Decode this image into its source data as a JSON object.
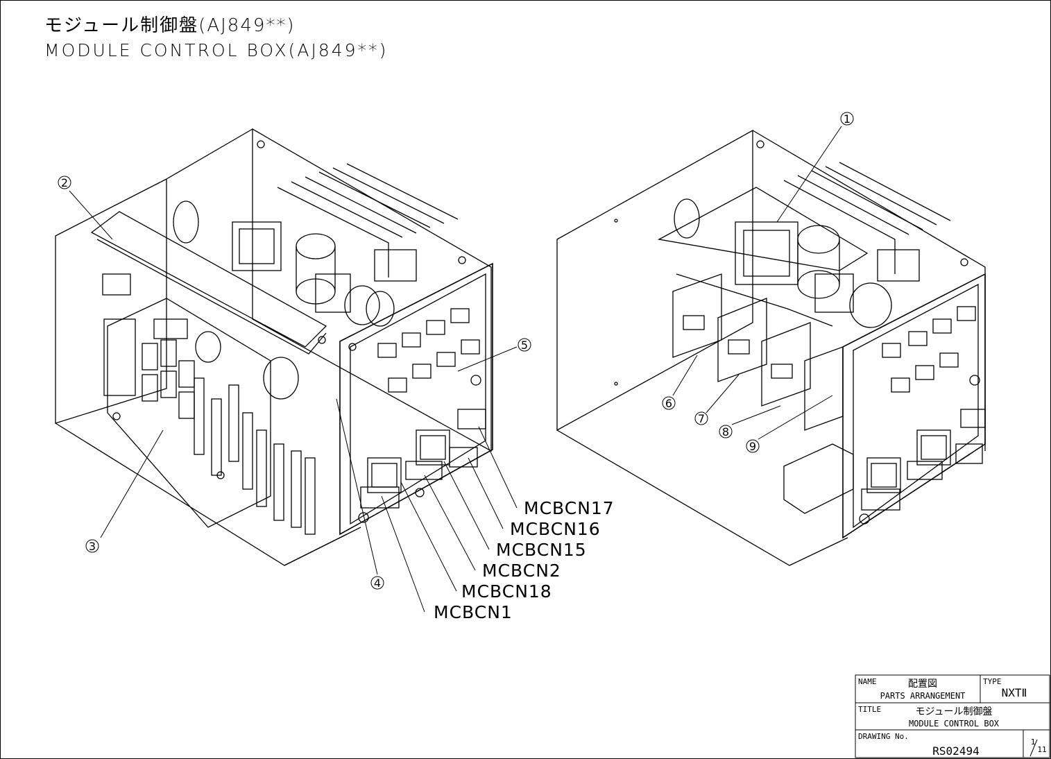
{
  "header": {
    "title_jp": "モジュール制御盤(AJ849**)",
    "title_en": "MODULE CONTROL BOX(AJ849**)"
  },
  "callouts": [
    "1",
    "2",
    "3",
    "4",
    "5",
    "6",
    "7",
    "8",
    "9"
  ],
  "connectors": [
    "MCBCN17",
    "MCBCN16",
    "MCBCN15",
    "MCBCN2",
    "MCBCN18",
    "MCBCN1"
  ],
  "title_block": {
    "name_label": "NAME",
    "name_jp": "配置図",
    "name_en": "PARTS ARRANGEMENT",
    "type_label": "TYPE",
    "type_value": "NXTⅡ",
    "title_label": "TITLE",
    "title_jp": "モジュール制御盤",
    "title_en": "MODULE CONTROL BOX",
    "drawing_label": "DRAWING No.",
    "drawing_no": "RS02494",
    "sheet_num": "1",
    "sheet_total": "11"
  }
}
